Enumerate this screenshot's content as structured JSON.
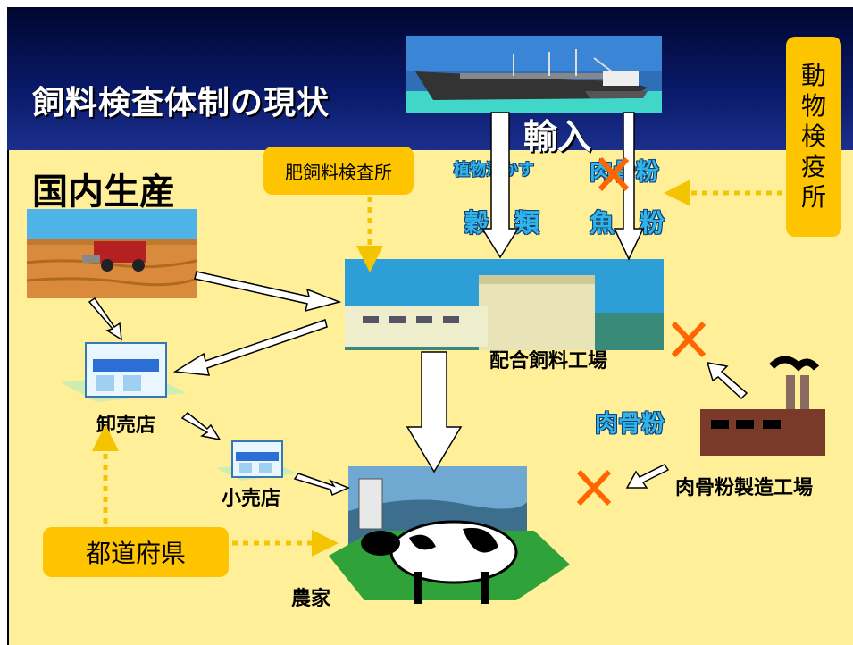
{
  "title": "飼料検査体制の現状",
  "domestic_label": "国内生産",
  "import_label": "輸入",
  "inspection_office": "肥飼料検査所",
  "animal_quarantine": [
    "動",
    "物",
    "検",
    "疫",
    "所"
  ],
  "prefecture": "都道府県",
  "imports": {
    "plant_oil": "植物油かす",
    "meat_bone": "肉骨粉",
    "grain": "穀　類",
    "fishmeal": "魚　粉"
  },
  "feed_factory": "配合飼料工場",
  "wholesale": "卸売店",
  "retail": "小売店",
  "farmer": "農家",
  "meat_bone_label": "肉骨粉",
  "meat_bone_factory": "肉骨粉製造工場",
  "colors": {
    "header": "#0a1a6a",
    "body": "#ffef99",
    "box": "#ffc400",
    "label_blue": "#33b4e6",
    "cross": "#ff6600",
    "dotted_arrow": "#f5c400"
  }
}
